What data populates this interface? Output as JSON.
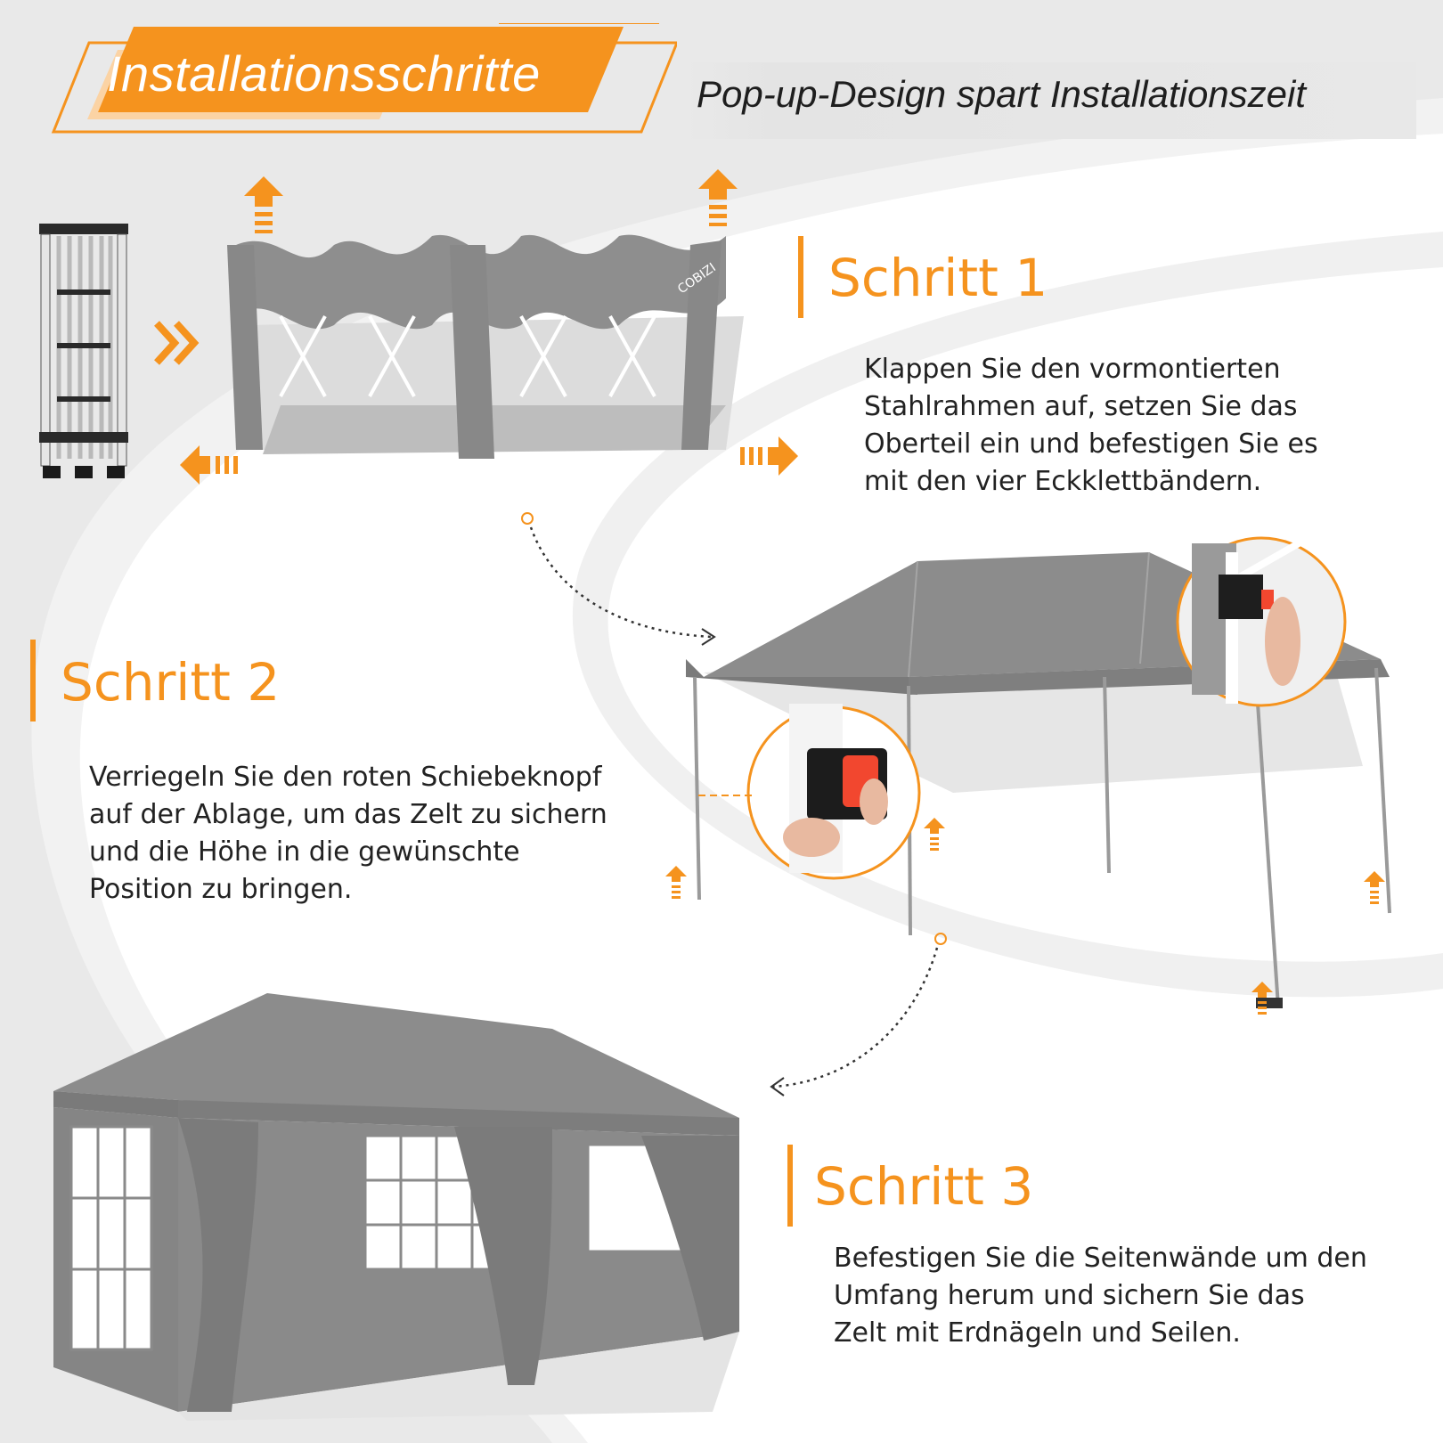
{
  "header": {
    "title": "Installationsschritte",
    "subtitle": "Pop-up-Design spart Installationszeit"
  },
  "steps": [
    {
      "title": "Schritt 1",
      "description": "Klappen Sie den vormontierten\nStahlrahmen auf, setzen Sie das\nOberteil ein und befestigen Sie es\nmit den vier Eckklettbändern."
    },
    {
      "title": "Schritt 2",
      "description": "Verriegeln Sie den roten Schiebeknopf\nauf der Ablage, um das Zelt zu sichern\nund die Höhe in die gewünschte\nPosition zu bringen."
    },
    {
      "title": "Schritt 3",
      "description": "Befestigen Sie die Seitenwände um den\nUmfang herum und sichern Sie das\nZelt mit Erdnägeln und Seilen."
    }
  ],
  "brand": {
    "logo_text": "COBIZI"
  },
  "colors": {
    "accent": "#f5931e",
    "tent_gray": "#8c8c8c",
    "tent_dark": "#6f6f6f",
    "text": "#222222",
    "lock_red": "#f2472f"
  }
}
